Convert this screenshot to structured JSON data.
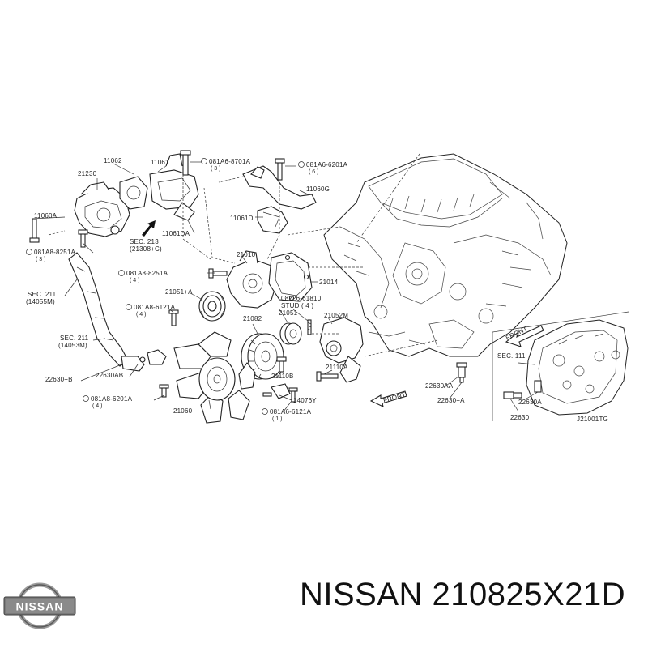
{
  "labels": {
    "l_11062": "11062",
    "l_11061": "11061",
    "l_081a6_8701a": "081A6-8701A",
    "l_081a6_8701a_qty": "( 3 )",
    "l_081a6_6201a_top": "081A6-6201A",
    "l_081a6_6201a_top_qty": "( 6 )",
    "l_21230": "21230",
    "l_11060g": "11060G",
    "l_11060a": "11060A",
    "l_11061da": "11061DA",
    "l_11061d": "11061D",
    "l_sec213": "SEC. 213",
    "l_sec213_ref": "(21308+C)",
    "l_081a8_8251a_left": "081A8-8251A",
    "l_081a8_8251a_left_qty": "( 3 )",
    "l_21010": "21010",
    "l_081a8_8251a_mid": "081A8-8251A",
    "l_081a8_8251a_mid_qty": "( 4 )",
    "l_21014": "21014",
    "l_sec211_a": "SEC. 211",
    "l_sec211_a_ref": "(14055M)",
    "l_21051_a": "21051+A",
    "l_08226": "08226-61810",
    "l_stud": "STUD ( 4 )",
    "l_081a8_6121a": "081A8-6121A",
    "l_081a8_6121a_qty": "( 4 )",
    "l_21051": "21051",
    "l_21052m": "21052M",
    "l_21082": "21082",
    "l_sec211_b": "SEC. 211",
    "l_sec211_b_ref": "(14053M)",
    "l_21110a": "21110A",
    "l_22630_b": "22630+B",
    "l_22630ab": "22630AB",
    "l_21110b": "21110B",
    "l_22630aa": "22630AA",
    "l_081a8_6201a": "081A8-6201A",
    "l_081a8_6201a_qty": "( 4 )",
    "l_14076y": "14076Y",
    "l_22630_a": "22630+A",
    "l_front": "FRONT",
    "l_21060": "21060",
    "l_081a6_6121a": "081A6-6121A",
    "l_081a6_6121a_qty": "( 1 )",
    "l_front_inset": "FRONT",
    "l_sec111": "SEC. 111",
    "l_22630a": "22630A",
    "l_22630": "22630",
    "l_j21001tg": "J21001TG"
  },
  "brand": {
    "logo_text": "NISSAN"
  },
  "footer": {
    "title": "NISSAN 210825X21D"
  }
}
